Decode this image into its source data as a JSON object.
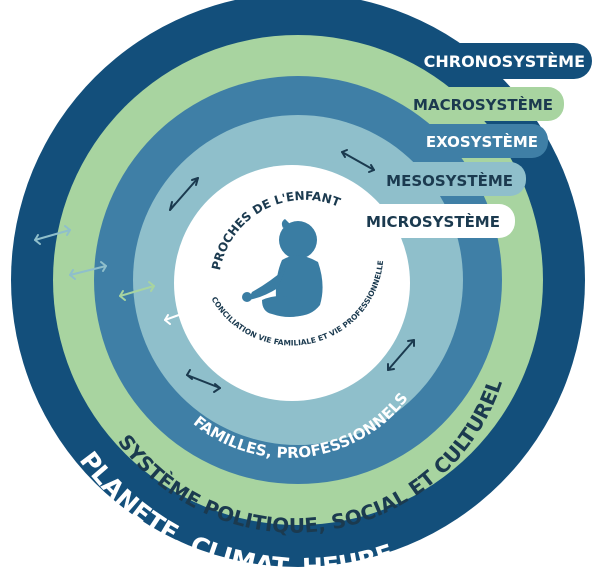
{
  "labels": {
    "chronosysteme": "CHRONOSYSTÈME",
    "macrosysteme": "MACROSYSTÈME",
    "exosysteme": "EXOSYSTÈME",
    "mesosysteme": "MESOSYSTÈME",
    "microsysteme": "MICROSYSTÈME"
  },
  "arcs": {
    "planete": "PLANETE, CLIMAT, HEURE",
    "politique": "SYSTÈME POLITIQUE, SOCIAL ET CULTUREL",
    "familles": "FAMILLES, PROFESSIONNELS",
    "proches": "PROCHES DE L'ENFANT &",
    "conciliation": "CONCILIATION VIE FAMILIALE ET VIE PROFESSIONNELLE"
  },
  "icons": {
    "child": "baby-icon",
    "arrow": "double-arrow-icon"
  },
  "colors": {
    "chrono": "#134f7b",
    "macro": "#a8d4a0",
    "exo": "#3f7fa6",
    "meso": "#8fbfcb",
    "micro": "#ffffff",
    "baby": "#3a7da3",
    "text_dark": "#1b3a4f",
    "text_light": "#ffffff"
  }
}
